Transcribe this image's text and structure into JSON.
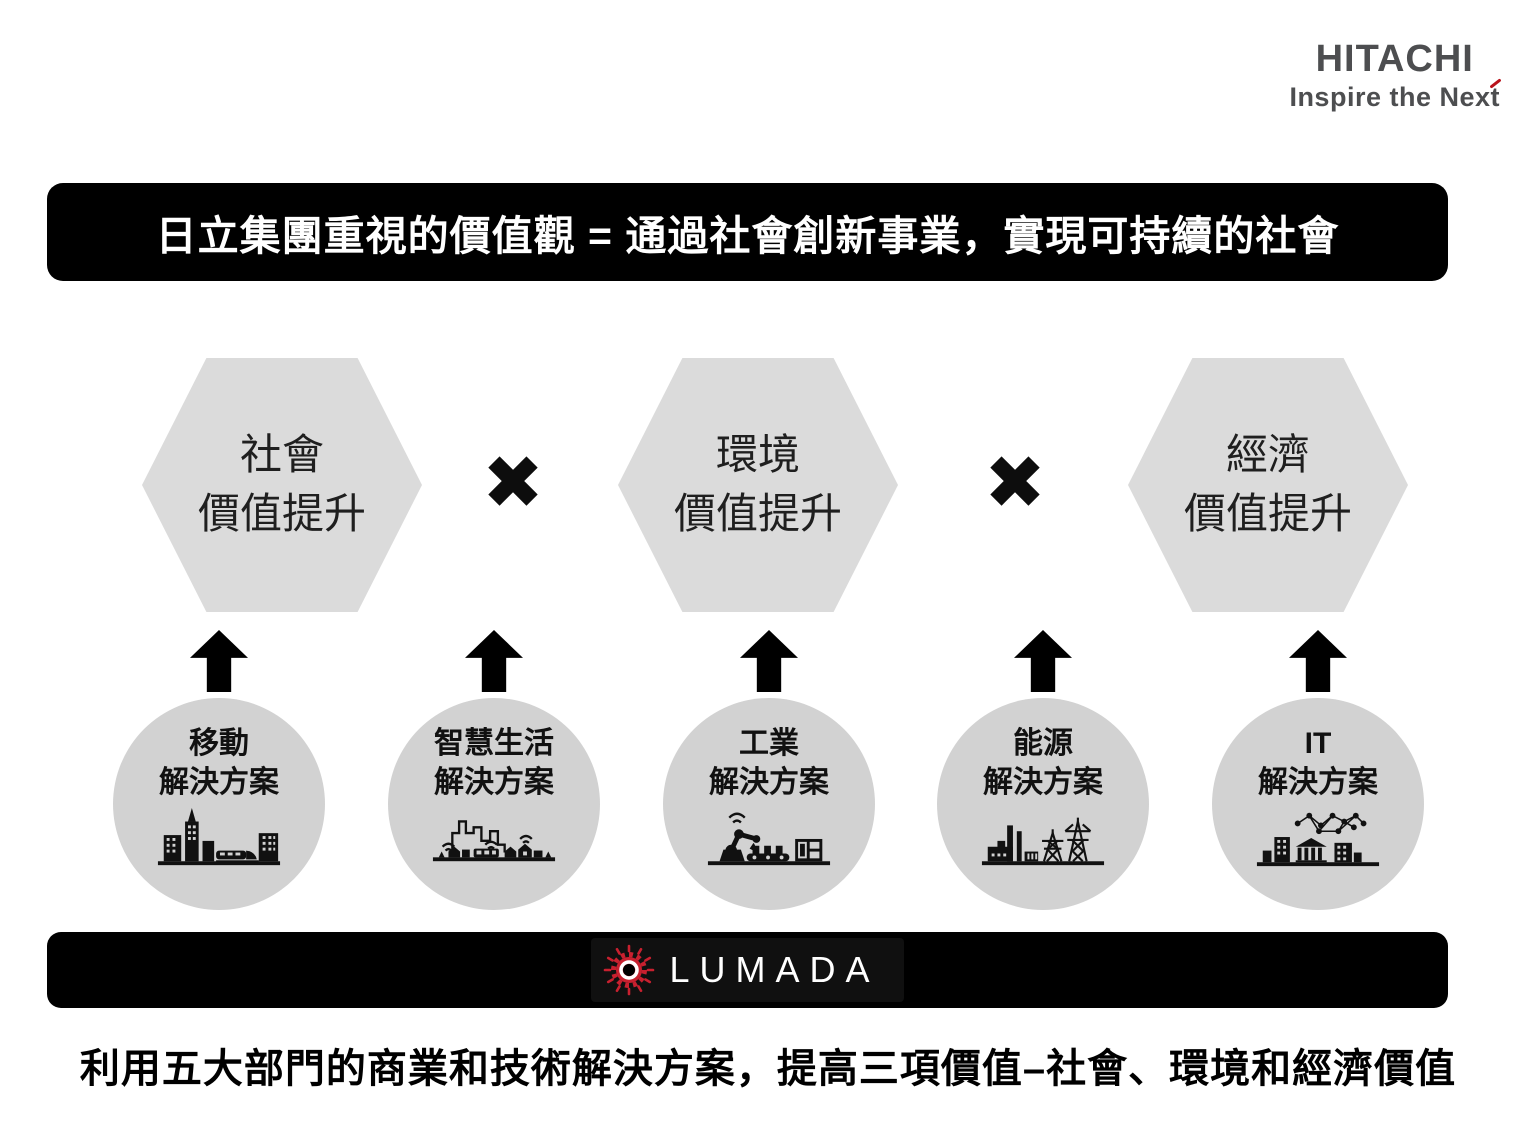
{
  "brand": {
    "name": "HITACHI",
    "tagline": "Inspire the Next"
  },
  "banner": {
    "text": "日立集團重視的價值觀 = 通過社會創新事業，實現可持續的社會"
  },
  "values": {
    "multiply": "✖",
    "items": [
      {
        "line1": "社會",
        "line2": "價值提升"
      },
      {
        "line1": "環境",
        "line2": "價值提升"
      },
      {
        "line1": "經濟",
        "line2": "價值提升"
      }
    ]
  },
  "solutions": [
    {
      "line1": "移動",
      "line2": "解決方案",
      "icon": "city-train-icon"
    },
    {
      "line1": "智慧生活",
      "line2": "解決方案",
      "icon": "smart-city-wifi-icon"
    },
    {
      "line1": "工業",
      "line2": "解決方案",
      "icon": "robot-arm-conveyor-icon"
    },
    {
      "line1": "能源",
      "line2": "解決方案",
      "icon": "power-plant-pylon-icon"
    },
    {
      "line1": "IT",
      "line2": "解決方案",
      "icon": "buildings-network-icon"
    }
  ],
  "lumada": {
    "label": "LUMADA",
    "icon": "lumada-gear-icon"
  },
  "footer": {
    "text": "利用五大部門的商業和技術解決方案，提高三項價值–社會、環境和經濟價值"
  },
  "colors": {
    "banner_bg": "#000000",
    "banner_text": "#ffffff",
    "hexagon_fill": "#dbdbdb",
    "circle_fill": "#d2d2d2",
    "arrow_black": "#000000",
    "lumada_red": "#c8202f",
    "hitachi_gray": "#4d4e50",
    "accent_red": "#b9121b"
  }
}
